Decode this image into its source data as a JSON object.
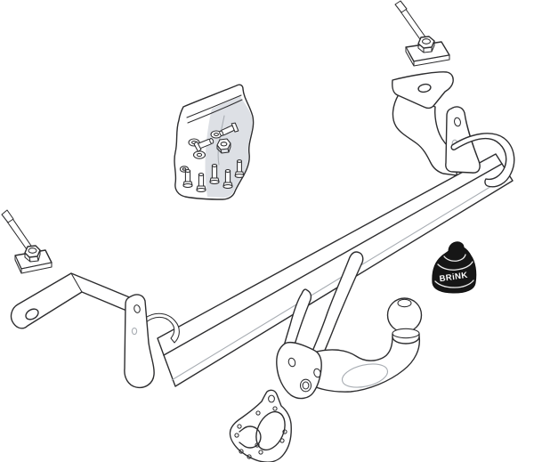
{
  "page": {
    "kind": "towbar-fitting-kit-illustration",
    "background_color": "#ffffff"
  },
  "brand": {
    "label": "BRiNK",
    "cap_color": "#161616",
    "label_color": "#ffffff"
  },
  "illustration": {
    "line_color": "#2d2d2f",
    "soft_line_color": "#a9aeb4",
    "bag_shade_color": "#dde0e5",
    "parts": [
      {
        "name": "pull-wire-mounting-nut-right"
      },
      {
        "name": "pull-wire-mounting-nut-left"
      },
      {
        "name": "fitting-hardware-bag"
      },
      {
        "name": "side-mounting-bracket-right"
      },
      {
        "name": "crossbar-beam"
      },
      {
        "name": "side-strap-bracket-left"
      },
      {
        "name": "swan-neck-towball"
      },
      {
        "name": "towball-cover-cap"
      },
      {
        "name": "socket-mounting-plate"
      }
    ]
  }
}
